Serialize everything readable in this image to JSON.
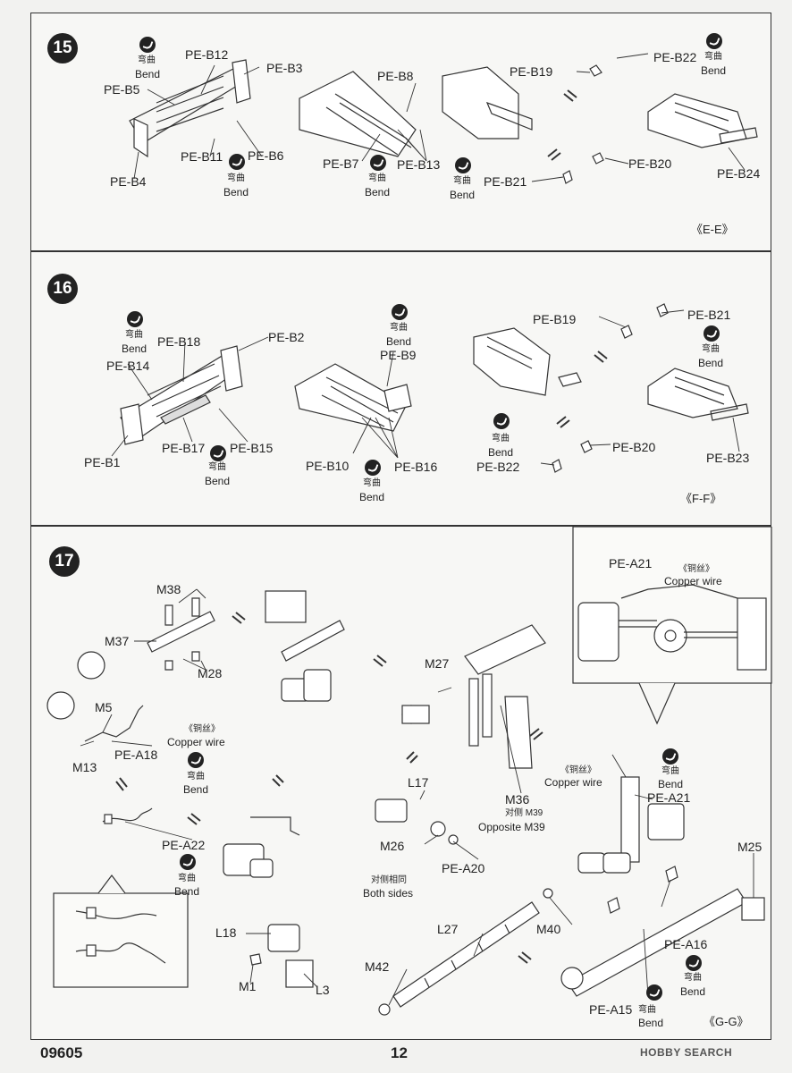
{
  "steps": {
    "s15": {
      "number": "15",
      "labels": [
        "PE-B12",
        "PE-B3",
        "PE-B5",
        "PE-B4",
        "PE-B11",
        "PE-B6",
        "PE-B8",
        "PE-B7",
        "PE-B13",
        "PE-B19",
        "PE-B22",
        "PE-B21",
        "PE-B20",
        "PE-B24"
      ],
      "view": "《E-E》"
    },
    "s16": {
      "number": "16",
      "labels": [
        "PE-B18",
        "PE-B2",
        "PE-B14",
        "PE-B1",
        "PE-B17",
        "PE-B15",
        "PE-B9",
        "PE-B10",
        "PE-B16",
        "PE-B19",
        "PE-B21",
        "PE-B22",
        "PE-B20",
        "PE-B23"
      ],
      "view": "《F-F》"
    },
    "s17": {
      "number": "17",
      "labels": [
        "M38",
        "M37",
        "M28",
        "M5",
        "M13",
        "PE-A18",
        "PE-A22",
        "L18",
        "M1",
        "L3",
        "M27",
        "L17",
        "M26",
        "PE-A20",
        "M36",
        "L27",
        "M40",
        "M42",
        "PE-A21",
        "M25",
        "PE-A16",
        "PE-A15",
        "PE-A21"
      ],
      "view": "《G-G》",
      "opposite_cn": "对侧",
      "opposite_m39": "M39",
      "opposite_en": "Opposite M39",
      "both_cn": "对侧相同",
      "both_en": "Both sides"
    }
  },
  "common": {
    "bend_cn": "弯曲",
    "bend_en": "Bend",
    "copper_cn": "《铜丝》",
    "copper_en": "Copper wire"
  },
  "footer": {
    "code": "09605",
    "page": "12",
    "watermark": "HOBBY SEARCH"
  }
}
